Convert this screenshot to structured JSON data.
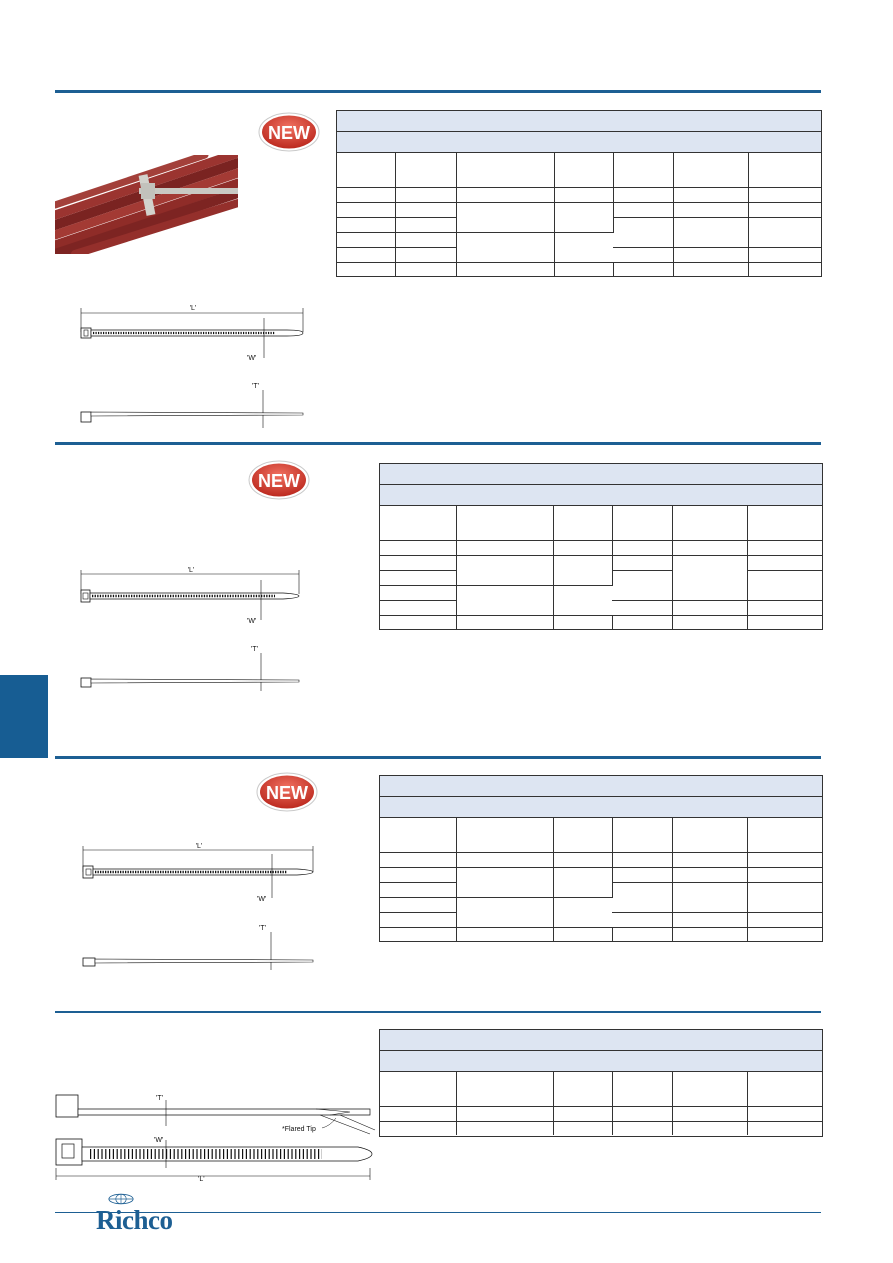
{
  "badge": {
    "label": "NEW",
    "color": "#d83a2c"
  },
  "colors": {
    "accent": "#1d5f93",
    "table_band": "#dde5f2"
  },
  "dimension_labels": {
    "length": "'L'",
    "width": "'W'",
    "thickness": "'T'"
  },
  "section4": {
    "flared_tip_label": "*Flared Tip"
  },
  "footer": {
    "brand": "Richco"
  }
}
